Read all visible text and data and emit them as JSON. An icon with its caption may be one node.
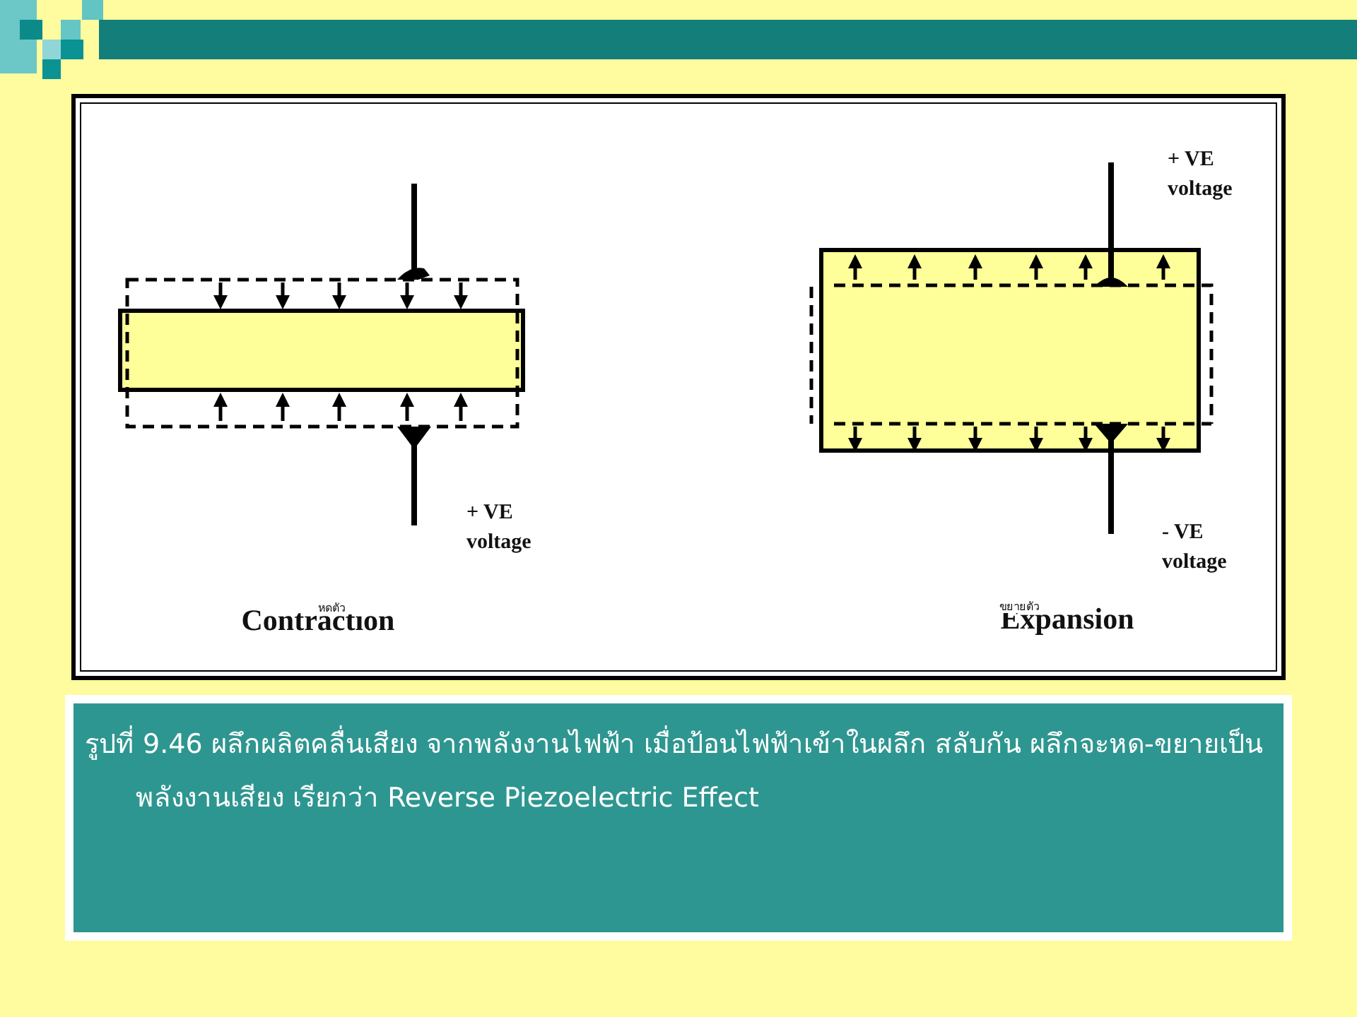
{
  "diagram": {
    "caption": "รูปที่ 9.46 ผลึกผลิตคลื่นเสียง จากพลังงานไฟฟ้า เมื่อป้อนไฟฟ้าเข้าในผลึก สลับกัน ผลึกจะหด-ขยายเป็นพลังงานเสียง เรียกว่า Reverse Piezoelectric Effect",
    "labels": [
      "+ VE voltage",
      "หดตัว",
      "Contraction",
      "+ VE voltage",
      "- VE voltage",
      "ขยายตัว",
      "Expansion"
    ]
  }
}
